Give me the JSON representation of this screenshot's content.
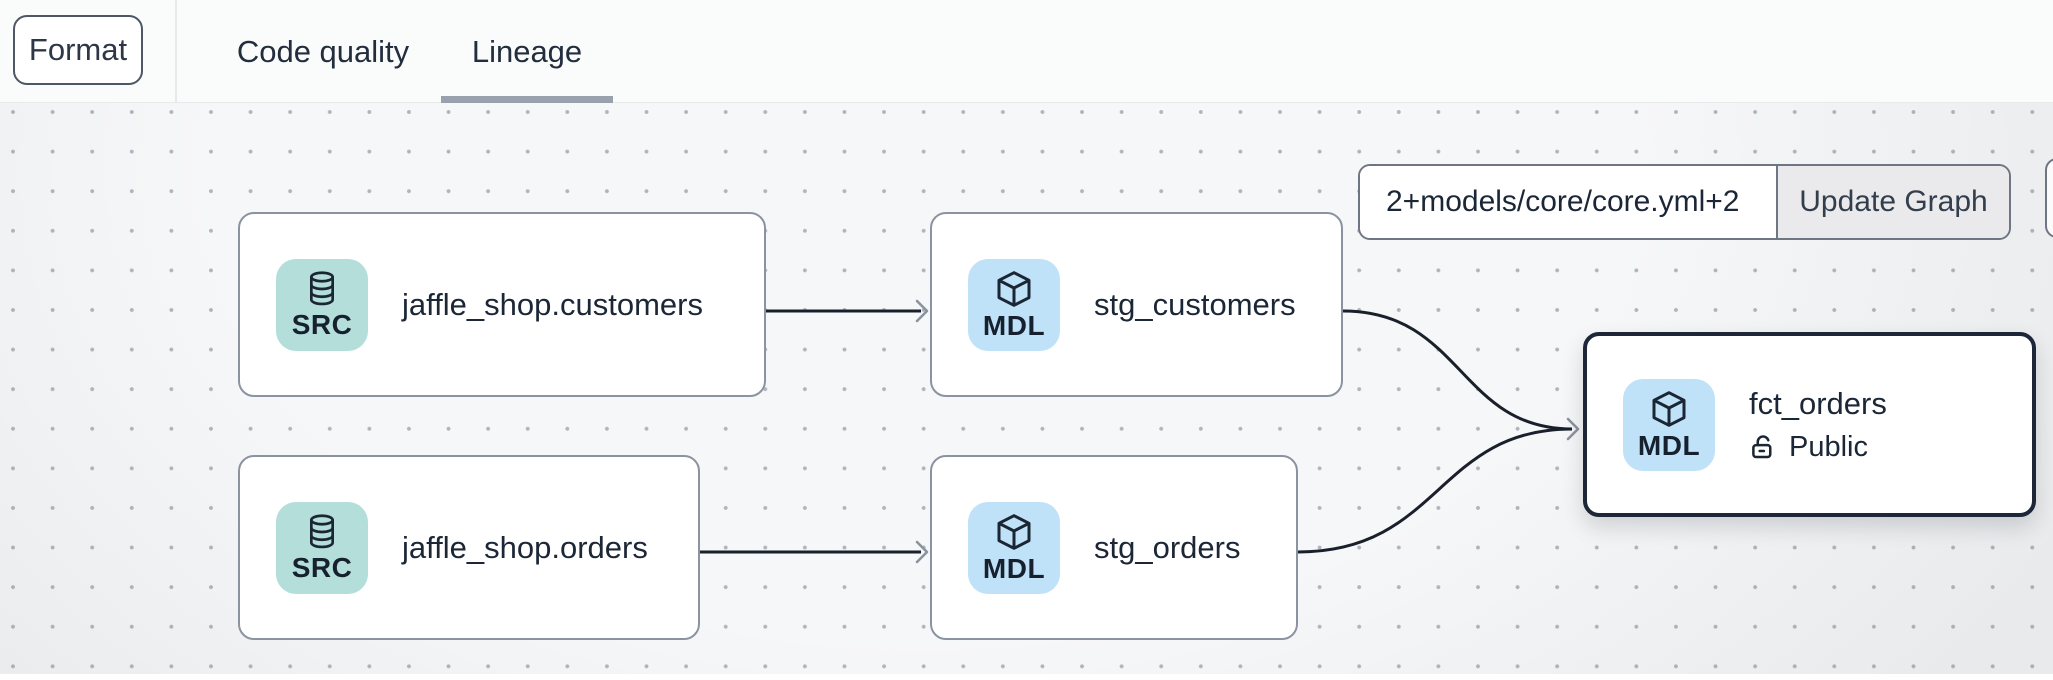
{
  "header": {
    "format_button_label": "Format",
    "tabs": [
      {
        "label": "Code quality",
        "active": false
      },
      {
        "label": "Lineage",
        "active": true
      }
    ]
  },
  "toolbar": {
    "selector_value": "2+models/core/core.yml+2",
    "update_button_label": "Update Graph"
  },
  "lineage": {
    "nodes": [
      {
        "id": "jaffle_shop.customers",
        "label": "jaffle_shop.customers",
        "badge": "SRC",
        "kind": "source",
        "selected": false
      },
      {
        "id": "stg_customers",
        "label": "stg_customers",
        "badge": "MDL",
        "kind": "model",
        "selected": false
      },
      {
        "id": "jaffle_shop.orders",
        "label": "jaffle_shop.orders",
        "badge": "SRC",
        "kind": "source",
        "selected": false
      },
      {
        "id": "stg_orders",
        "label": "stg_orders",
        "badge": "MDL",
        "kind": "model",
        "selected": false
      },
      {
        "id": "fct_orders",
        "label": "fct_orders",
        "badge": "MDL",
        "kind": "model",
        "access": "Public",
        "selected": true
      }
    ],
    "edges": [
      {
        "from": "jaffle_shop.customers",
        "to": "stg_customers"
      },
      {
        "from": "jaffle_shop.orders",
        "to": "stg_orders"
      },
      {
        "from": "stg_customers",
        "to": "fct_orders"
      },
      {
        "from": "stg_orders",
        "to": "fct_orders"
      }
    ]
  },
  "colors": {
    "source_badge_bg": "#b3ded9",
    "model_badge_bg": "#c0e2f8",
    "node_border": "#8b93a0",
    "selected_node_border": "#1d2737",
    "edge": "#1a202b",
    "arrowhead": "#8b93a0",
    "tab_underline": "#99a1ac",
    "canvas_bg": "#f6f7f8",
    "text": "#1b2636"
  }
}
